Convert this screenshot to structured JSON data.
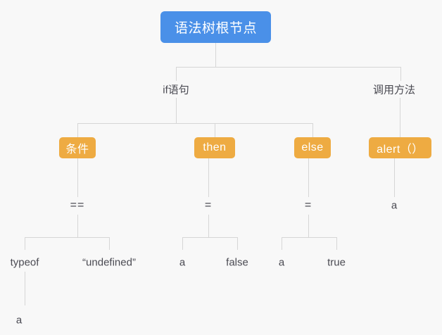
{
  "diagram": {
    "title": "syntax-tree",
    "background_color": "#f8f8f8",
    "line_color": "#d6d6d6",
    "root_color": "#4a90e8",
    "tag_color": "#eeab42",
    "text_color": "#4a4a52"
  },
  "nodes": {
    "root": "语法树根节点",
    "if_statement": "if语句",
    "call_method": "调用方法",
    "condition": "条件",
    "then": "then",
    "else": "else",
    "alert": "alert（）",
    "eq_eq": "==",
    "assign_then": "=",
    "assign_else": "=",
    "alert_arg": "a",
    "typeof": "typeof",
    "undefined_literal": "“undefined”",
    "then_left": "a",
    "then_right": "false",
    "else_left": "a",
    "else_right": "true",
    "typeof_arg": "a"
  }
}
